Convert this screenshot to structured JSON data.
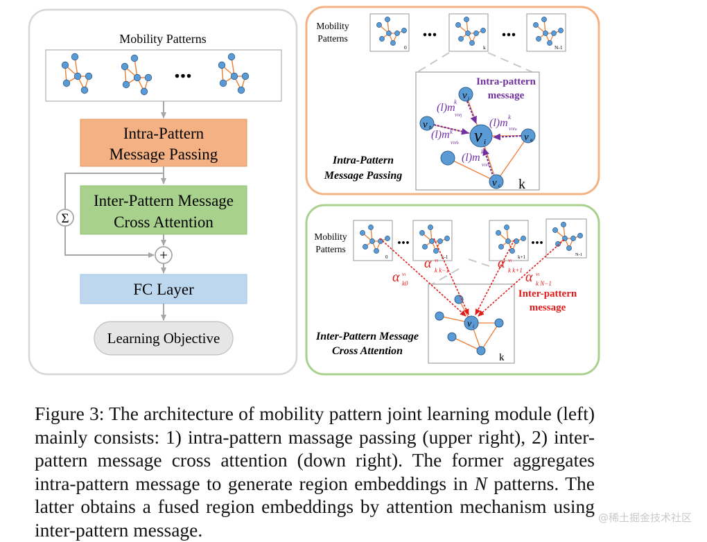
{
  "left_panel": {
    "title": "Mobility Patterns",
    "ellipsis": "...",
    "intra_label_1": "Intra-Pattern",
    "intra_label_2": "Message Passing",
    "inter_label_1": "Inter-Pattern Message",
    "inter_label_2": "Cross Attention",
    "sum_symbol": "Σ",
    "plus_symbol": "+",
    "fc_label": "FC Layer",
    "objective_label": "Learning Objective"
  },
  "upper_right": {
    "patterns_label_1": "Mobility",
    "patterns_label_2": "Patterns",
    "idx_0": "0",
    "idx_k": "k",
    "idx_n": "N-1",
    "ellipsis": "...",
    "intra_msg_1": "Intra-pattern",
    "intra_msg_2": "message",
    "panel_title_1": "Intra-Pattern",
    "panel_title_2": "Message Passing",
    "k_label": "k",
    "msg_j": "(l)m",
    "msg_a": "(l)m",
    "msg_b": "(l)m",
    "msg_c": "(l)m",
    "node_i": "v",
    "node_j": "v",
    "node_a": "v",
    "node_b": "v",
    "node_c": "v"
  },
  "lower_right": {
    "patterns_label_1": "Mobility",
    "patterns_label_2": "Patterns",
    "idx_0": "0",
    "idx_km1": "k-1",
    "idx_kp1": "k+1",
    "idx_n": "N-1",
    "ellipsis": "...",
    "alpha": "α",
    "inter_msg_1": "Inter-pattern",
    "inter_msg_2": "message",
    "panel_title_1": "Inter-Pattern Message",
    "panel_title_2": "Cross Attention",
    "k_label": "k"
  },
  "caption": {
    "text_a": "Figure 3: The architecture of mobility pattern joint learning module (left) mainly consists: 1) intra-pattern massage passing (upper right), 2) inter-pattern message cross attention (down right). The former aggregates intra-pattern message to generate region embeddings in ",
    "text_n": "N",
    "text_b": " patterns. The latter obtains a fused region embeddings by attention mechanism using inter-pattern message."
  },
  "watermark": "@稀土掘金技术社区",
  "colors": {
    "intra_box": "#F4B183",
    "inter_box": "#A9D18E",
    "fc_box": "#BDD7EE",
    "objective_box": "#E7E6E6",
    "node": "#5B9BD5",
    "edge": "#ED7D31",
    "intra_arrow": "#7030A0",
    "inter_arrow": "#E11A1A",
    "upper_border": "#F4B183",
    "lower_border": "#A9D18E"
  }
}
